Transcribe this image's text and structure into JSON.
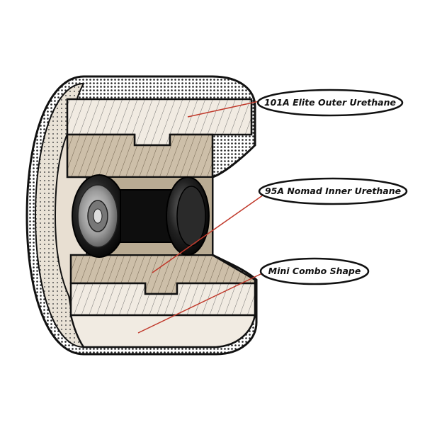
{
  "callouts": [
    {
      "id": "outer",
      "label": "101A Elite Outer Urethane"
    },
    {
      "id": "inner",
      "label": "95A Nomad Inner Urethane"
    },
    {
      "id": "shape",
      "label": "Mini Combo Shape"
    }
  ],
  "colors": {
    "outer_urethane": "#f1ebe2",
    "inner_urethane": "#cdbfa9",
    "tire_face": "#e8dfd2",
    "bearing": "#1a1a1a",
    "leader_line": "#c0392b",
    "outline": "#111111"
  },
  "icons": [
    "wheel-cross-section-illustration",
    "bearing-illustration"
  ]
}
